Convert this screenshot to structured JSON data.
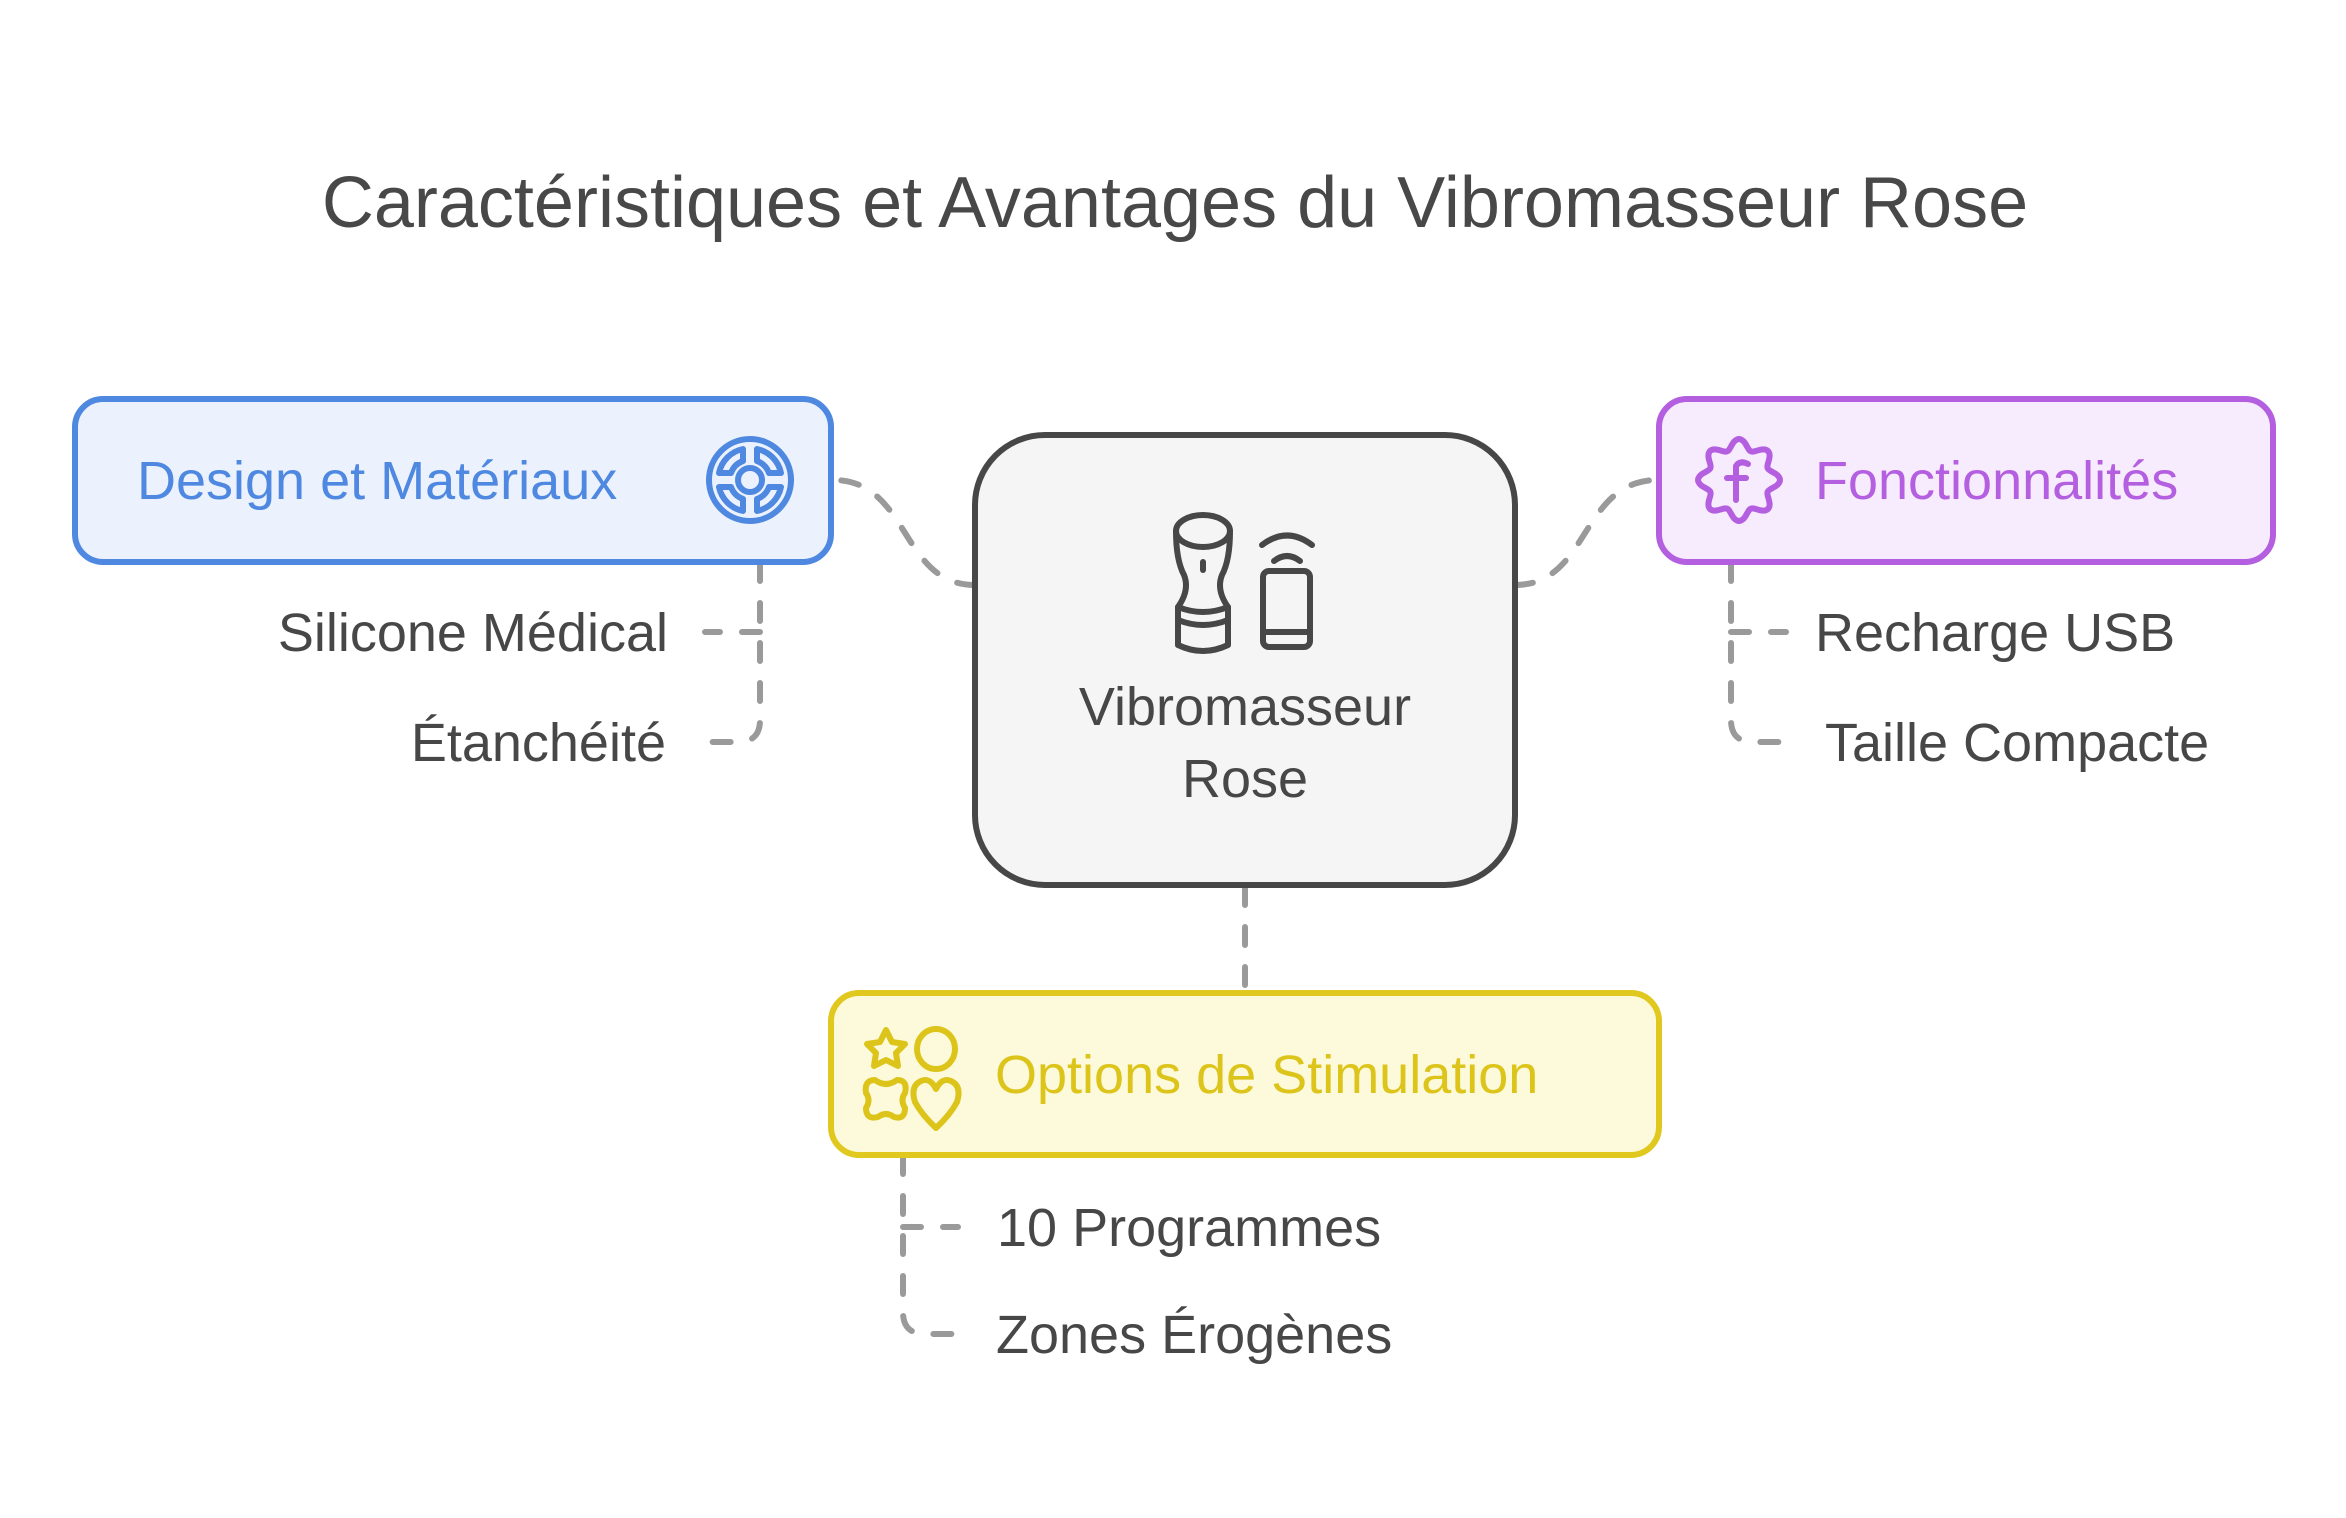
{
  "title": "Caractéristiques et Avantages du Vibromasseur Rose",
  "center": {
    "label_line1": "Vibromasseur",
    "label_line2": "Rose",
    "icon": "vibrator-and-phone-icon",
    "colors": {
      "border": "#474747",
      "fill": "#f5f5f5",
      "text": "#474747"
    }
  },
  "branches": [
    {
      "id": "design",
      "label": "Design et Matériaux",
      "icon": "target-wheel-icon",
      "colors": {
        "border": "#4f88e0",
        "fill": "#ebf2fd",
        "text": "#4f88e0"
      },
      "items": [
        "Silicone Médical",
        "Étanchéité"
      ]
    },
    {
      "id": "fonctionnalites",
      "label": "Fonctionnalités",
      "icon": "function-badge-icon",
      "colors": {
        "border": "#b45ee0",
        "fill": "#f7ecfd",
        "text": "#b45ee0"
      },
      "items": [
        "Recharge USB",
        "Taille Compacte"
      ]
    },
    {
      "id": "stimulation",
      "label": "Options de Stimulation",
      "icon": "shapes-icon",
      "colors": {
        "border": "#e0c81e",
        "fill": "#fdfadb",
        "text": "#dcc41a"
      },
      "items": [
        "10 Programmes",
        "Zones Érogènes"
      ]
    }
  ],
  "connector_color": "#9a9a9a"
}
